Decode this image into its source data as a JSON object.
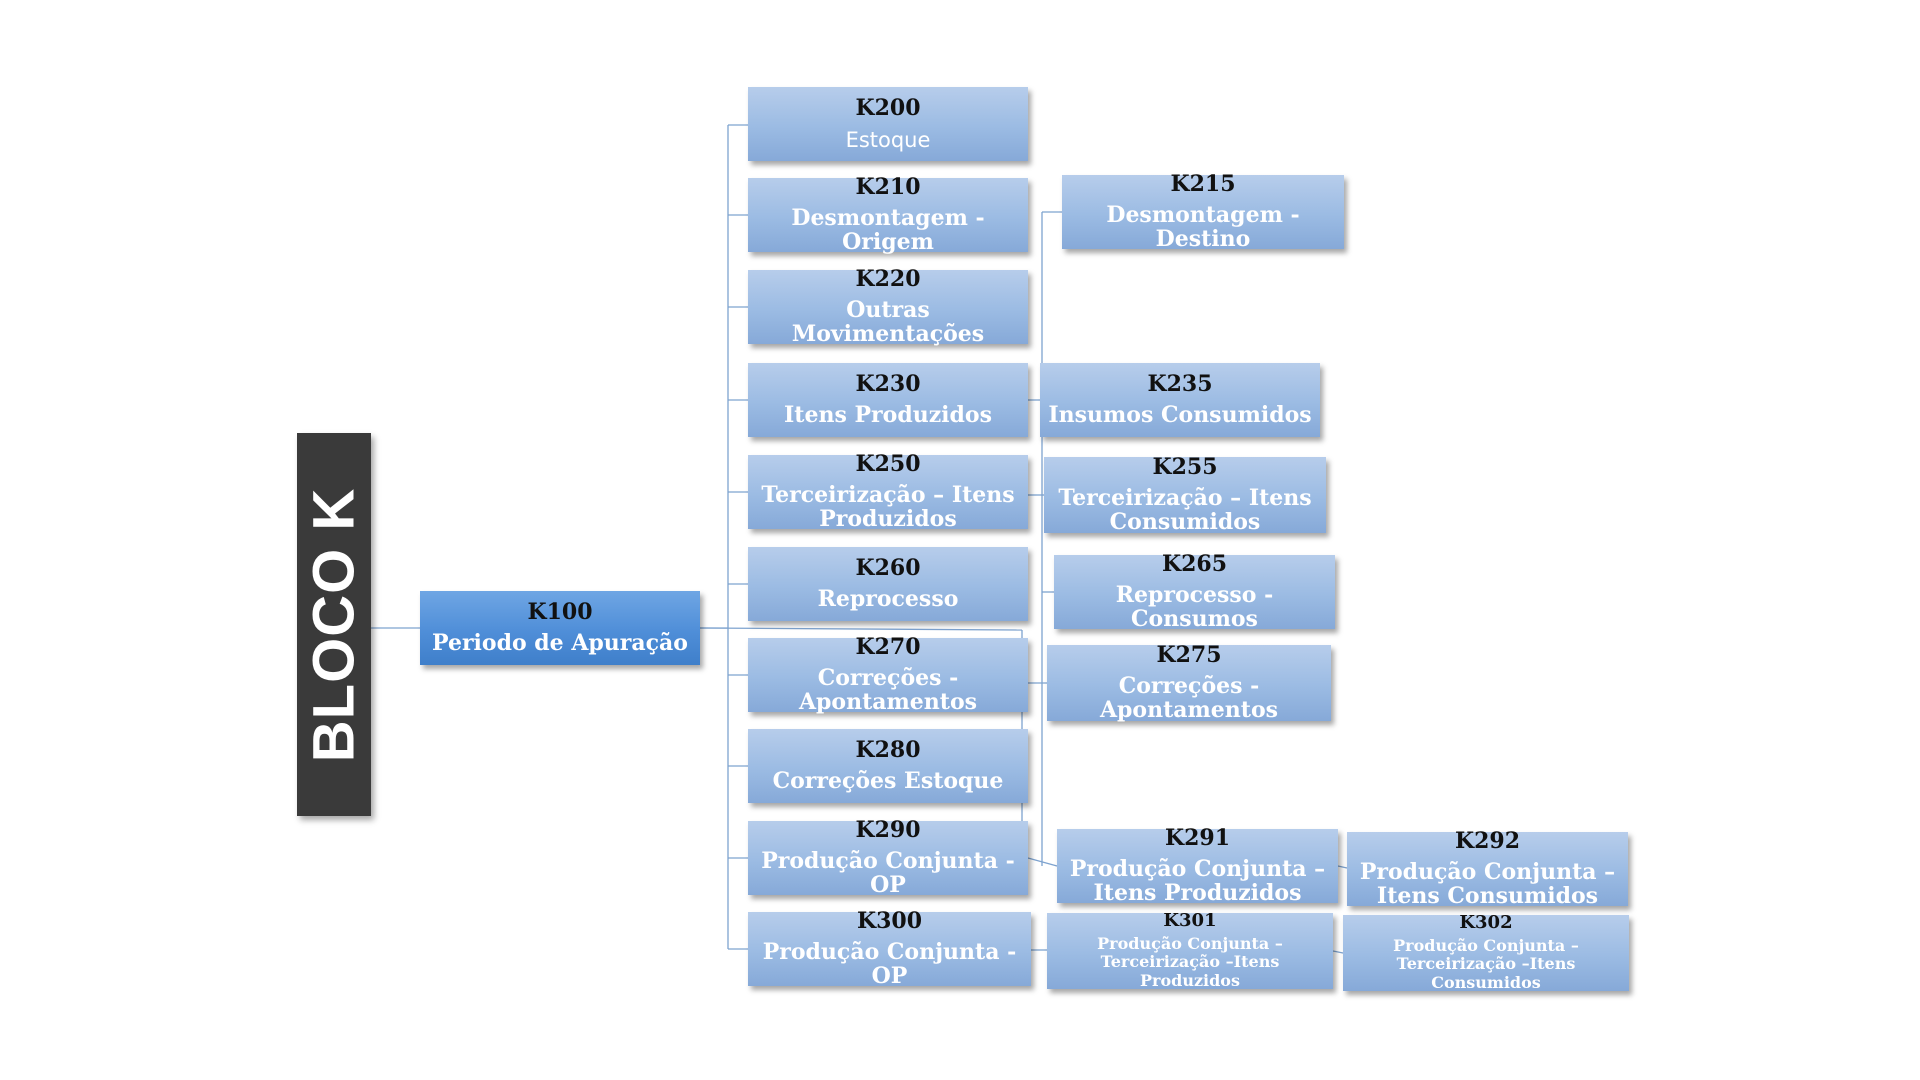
{
  "diagram": {
    "root": {
      "label": "BLOCO K"
    },
    "k100": {
      "code": "K100",
      "name": "Periodo de Apuração"
    },
    "nodes": {
      "k200": {
        "code": "K200",
        "name": "Estoque"
      },
      "k210": {
        "code": "K210",
        "name": "Desmontagem - Origem"
      },
      "k215": {
        "code": "K215",
        "name": "Desmontagem - Destino"
      },
      "k220": {
        "code": "K220",
        "name": "Outras Movimentações"
      },
      "k230": {
        "code": "K230",
        "name": "Itens Produzidos"
      },
      "k235": {
        "code": "K235",
        "name": "Insumos Consumidos"
      },
      "k250": {
        "code": "K250",
        "name": "Terceirização – Itens Produzidos"
      },
      "k255": {
        "code": "K255",
        "name": "Terceirização – Itens Consumidos"
      },
      "k260": {
        "code": "K260",
        "name": "Reprocesso"
      },
      "k265": {
        "code": "K265",
        "name": "Reprocesso - Consumos"
      },
      "k270": {
        "code": "K270",
        "name": "Correções - Apontamentos"
      },
      "k275": {
        "code": "K275",
        "name": "Correções - Apontamentos"
      },
      "k280": {
        "code": "K280",
        "name": "Correções Estoque"
      },
      "k290": {
        "code": "K290",
        "name": "Produção Conjunta - OP"
      },
      "k291": {
        "code": "K291",
        "name": "Produção Conjunta – Itens Produzidos"
      },
      "k292": {
        "code": "K292",
        "name": "Produção Conjunta – Itens Consumidos"
      },
      "k300": {
        "code": "K300",
        "name": "Produção Conjunta - OP"
      },
      "k301": {
        "code": "K301",
        "name": "Produção Conjunta – Terceirização –Itens Produzidos"
      },
      "k302": {
        "code": "K302",
        "name": "Produção Conjunta – Terceirização –Itens Consumidos"
      }
    },
    "colors": {
      "root": "#3a3a3a",
      "primary_node": "#4f8ed8",
      "node": "#9bbbe3",
      "connector": "#7ea3cf",
      "code_text": "#111111",
      "name_text": "#ffffff"
    }
  }
}
